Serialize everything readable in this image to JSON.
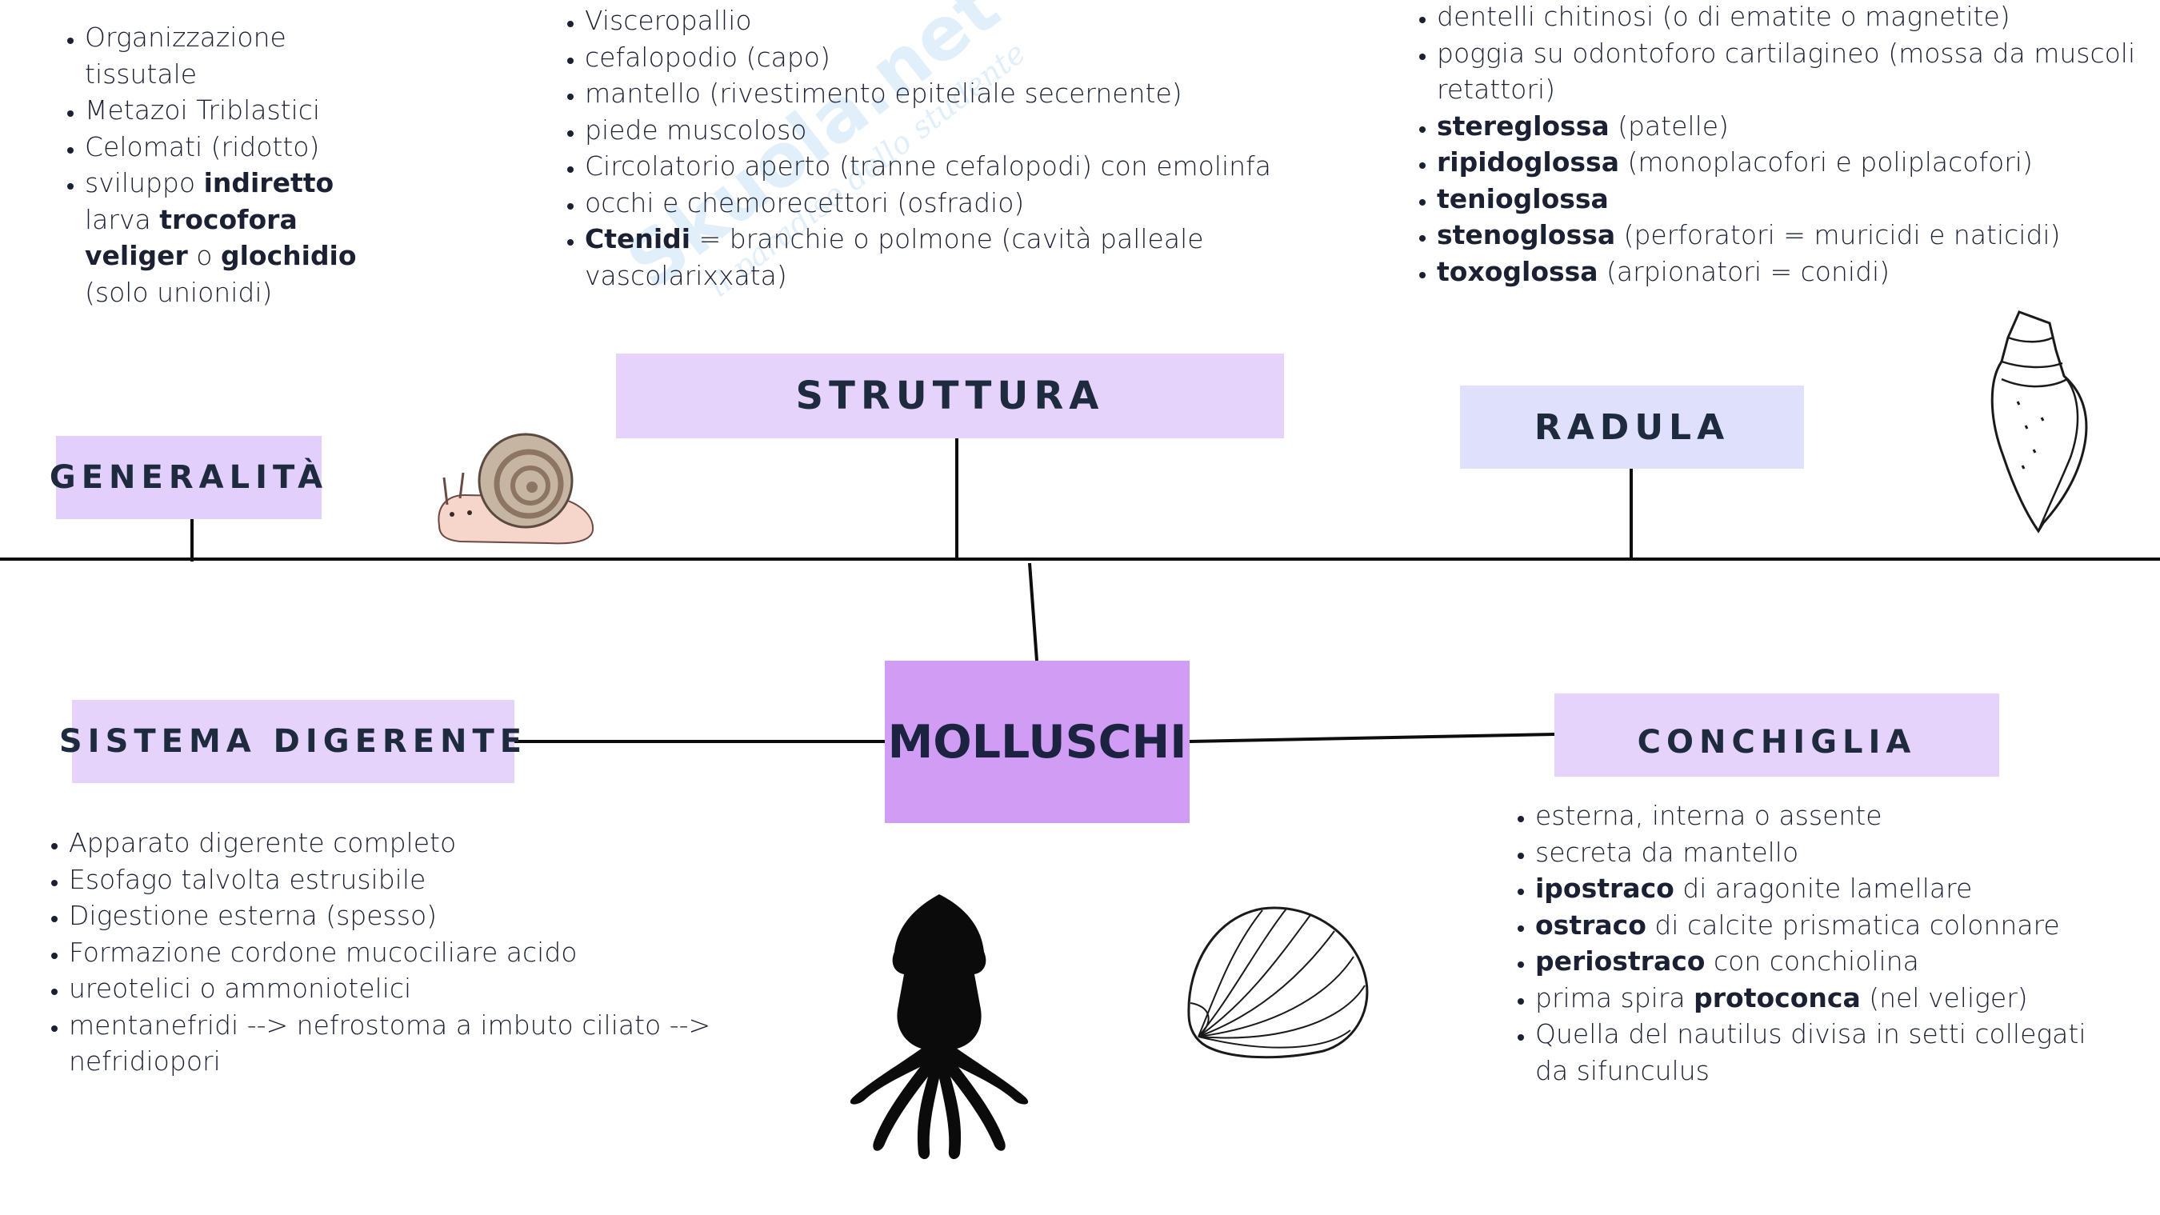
{
  "center": {
    "title": "MOLLUSCHI",
    "color": "#d09cf4"
  },
  "sections": {
    "generalita": {
      "title": "GENERALITÀ",
      "color": "#e3cffb",
      "items": [
        [
          {
            "t": "Organizzazione tissutale"
          }
        ],
        [
          {
            "t": "Metazoi  Triblastici"
          }
        ],
        [
          {
            "t": "Celomati  (ridotto)"
          }
        ],
        [
          {
            "t": "sviluppo "
          },
          {
            "t": "indiretto",
            "b": true
          },
          {
            "t": " larva  "
          },
          {
            "t": "trocofora",
            "b": true
          },
          {
            "t": " "
          },
          {
            "t": "veliger",
            "b": true
          },
          {
            "t": " o "
          },
          {
            "t": "glochidio",
            "b": true
          },
          {
            "t": " (solo unionidi)"
          }
        ]
      ]
    },
    "struttura": {
      "title": "STRUTTURA",
      "color": "#e6d3fb",
      "items": [
        [
          {
            "t": "Visceropallio"
          }
        ],
        [
          {
            "t": "cefalopodio (capo)"
          }
        ],
        [
          {
            "t": " mantello (rivestimento epiteliale secernente)"
          }
        ],
        [
          {
            "t": "piede muscoloso"
          }
        ],
        [
          {
            "t": "Circolatorio aperto (tranne cefalopodi) con emolinfa"
          }
        ],
        [
          {
            "t": "occhi e chemorecettori (osfradio)"
          }
        ],
        [
          {
            "t": "Ctenidi",
            "b": true
          },
          {
            "t": " = branchie  o polmone (cavità palleale vascolarixxata)"
          }
        ]
      ]
    },
    "radula": {
      "title": "RADULA",
      "color": "#dfe0fb",
      "items": [
        [
          {
            "t": "dentelli chitinosi (o di ematite o magnetite)"
          }
        ],
        [
          {
            "t": "poggia su odontoforo cartilagineo (mossa da muscoli retattori)"
          }
        ],
        [
          {
            "t": "stereglossa",
            "b": true
          },
          {
            "t": "  (patelle)"
          }
        ],
        [
          {
            "t": "ripidoglossa",
            "b": true
          },
          {
            "t": "  (monoplacofori e poliplacofori)"
          }
        ],
        [
          {
            "t": "tenioglossa",
            "b": true
          }
        ],
        [
          {
            "t": "stenoglossa",
            "b": true
          },
          {
            "t": "  (perforatori = muricidi e naticidi)"
          }
        ],
        [
          {
            "t": "toxoglossa",
            "b": true
          },
          {
            "t": "   (arpionatori = conidi)"
          }
        ]
      ]
    },
    "digerente": {
      "title": "SISTEMA DIGERENTE",
      "color": "#e6d3fb",
      "items": [
        [
          {
            "t": "Apparato digerente completo"
          }
        ],
        [
          {
            "t": "Esofago talvolta estrusibile"
          }
        ],
        [
          {
            "t": "Digestione esterna (spesso)"
          }
        ],
        [
          {
            "t": "Formazione cordone mucociliare acido"
          }
        ],
        [
          {
            "t": "ureotelici o ammoniotelici"
          }
        ],
        [
          {
            "t": "mentanefridi --> nefrostoma a imbuto ciliato --> nefridiopori"
          }
        ]
      ]
    },
    "conchiglia": {
      "title": "CONCHIGLIA",
      "color": "#e6d3fb",
      "items": [
        [
          {
            "t": "esterna, interna o assente"
          }
        ],
        [
          {
            "t": "secreta da mantello"
          }
        ],
        [
          {
            "t": "ipostraco",
            "b": true
          },
          {
            "t": "  di aragonite lamellare"
          }
        ],
        [
          {
            "t": "ostraco",
            "b": true
          },
          {
            "t": " di calcite prismatica colonnare"
          }
        ],
        [
          {
            "t": "periostraco",
            "b": true
          },
          {
            "t": " con conchiolina"
          }
        ],
        [
          {
            "t": "prima spira "
          },
          {
            "t": "protoconca",
            "b": true
          },
          {
            "t": " (nel veliger)"
          }
        ],
        [
          {
            "t": "Quella del nautilus divisa in setti collegati da sifunculus"
          }
        ]
      ]
    }
  },
  "watermark": {
    "brand": "Skuola.net",
    "tagline": "il paradiso dello studente"
  },
  "icons": [
    "snail-icon",
    "conch-shell-icon",
    "squid-icon",
    "scallop-shell-icon"
  ]
}
